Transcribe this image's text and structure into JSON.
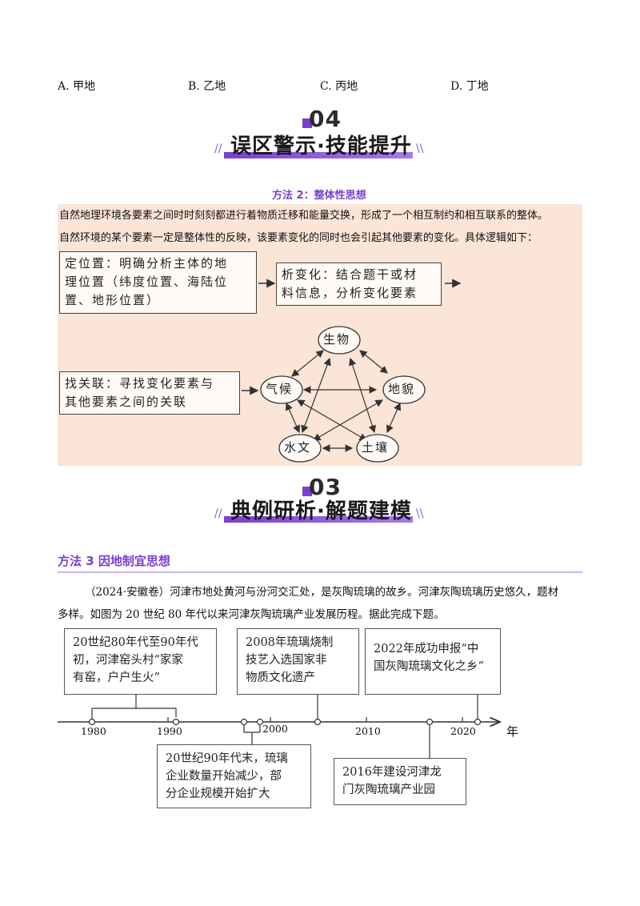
{
  "options": [
    "A. 甲地",
    "B. 乙地",
    "C. 丙地",
    "D. 丁地"
  ],
  "section04": {
    "number": "04",
    "title": "误区警示·技能提升",
    "slashes": "//",
    "slashes_right": "\\\\"
  },
  "method2": {
    "title": "方法 2：整体性思想",
    "lines": [
      "自然地理环境各要素之间时时刻刻都进行着物质迁移和能量交换，形成了一个相互制约和相互联系的整体。",
      "自然环境的某个要素一定是整体性的反映，该要素变化的同时也会引起其他要素的变化。具体逻辑如下："
    ],
    "box1": [
      "定位置：明确分析主体的地",
      "理位置（纬度位置、海陆位",
      "置、地形位置）"
    ],
    "box2": [
      "析变化：结合题干或材",
      "料信息，分析变化要素"
    ],
    "box3": [
      "找关联：寻找变化要素与",
      "其他要素之间的关联"
    ],
    "elements": [
      "生物",
      "地貌",
      "土壤",
      "水文",
      "气候"
    ]
  },
  "section03": {
    "number": "03",
    "title": "典例研析·解题建模"
  },
  "method3": {
    "title": "方法 3  因地制宜思想",
    "question_lines": [
      "（2024·安徽卷）河津市地处黄河与汾河交汇处，是灰陶琉璃的故乡。河津灰陶琉璃历史悠久，题材",
      "多样。如图为 20 世纪 80 年代以来河津灰陶琉璃产业发展历程。据此完成下题。"
    ]
  },
  "timeline": {
    "ticks": [
      "1980",
      "1990",
      "2000",
      "2010",
      "2020"
    ],
    "unit": "年",
    "events_top": [
      [
        "20世纪80年代至90年代",
        "初，河津窑头村“家家",
        "有窑，户户生火”"
      ],
      [
        "2008年琉璃烧制",
        "技艺入选国家非",
        "物质文化遗产"
      ],
      [
        "2022年成功申报“中",
        "国灰陶琉璃文化之乡”"
      ]
    ],
    "events_bottom": [
      [
        "20世纪90年代末，琉璃",
        "企业数量开始减少，部",
        "分企业规模开始扩大"
      ],
      [
        "2016年建设河津龙",
        "门灰陶琉璃产业园"
      ]
    ]
  }
}
